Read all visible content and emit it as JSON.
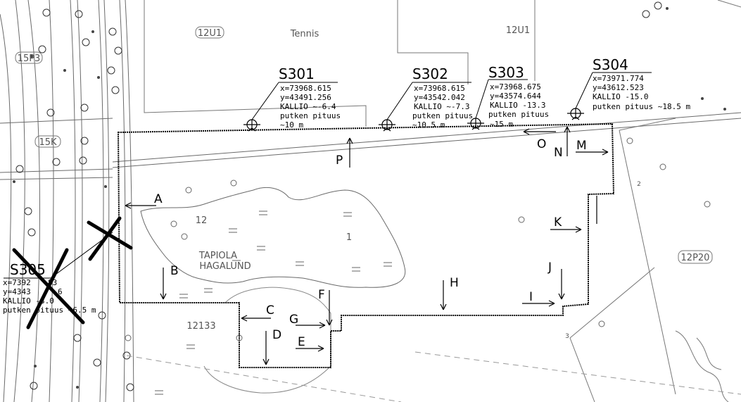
{
  "map": {
    "zones": {
      "z1": "12U1",
      "z2": "12U1",
      "z3": "15P3",
      "z4": "15K",
      "z5": "12P20",
      "tennis": "Tennis",
      "tapiola": "TAPIOLA",
      "hagalund": "HAGALUND",
      "block": "12133",
      "num12": "12",
      "num1": "1",
      "num2": "2",
      "num3": "3"
    },
    "boreholes": [
      {
        "id": "S301",
        "x": "x=73968.615",
        "y": "y=43491.256",
        "kallio": "KALLIO ~-6.4",
        "putki": "putken pituus",
        "len": "~10 m"
      },
      {
        "id": "S302",
        "x": "x=73968.615",
        "y": "y=43542.042",
        "kallio": "KALLIO ~-7.3",
        "putki": "putken pituus",
        "len": "~10.5 m"
      },
      {
        "id": "S303",
        "x": "x=73968.675",
        "y": "y=43574.644",
        "kallio": "KALLIO -13.3",
        "putki": "putken pituus",
        "len": "~15 m"
      },
      {
        "id": "S304",
        "x": "x=73971.774",
        "y": "y=43612.523",
        "kallio": "KALLIO -15.0",
        "putki": "putken pituus ~18.5 m"
      },
      {
        "id": "S305",
        "x": "x=7392",
        "x2": "83",
        "y": "y=4343",
        "y2": "6",
        "kallio": "KALLIO -3.0",
        "putki": "putken pituus ~6.5 m",
        "status": "removed"
      }
    ],
    "view_labels": [
      "A",
      "B",
      "C",
      "D",
      "E",
      "F",
      "G",
      "H",
      "I",
      "J",
      "K",
      "M",
      "N",
      "O",
      "P"
    ],
    "colors": {
      "line": "#000000",
      "thin": "#6a6a6a",
      "background": "#ffffff"
    }
  }
}
